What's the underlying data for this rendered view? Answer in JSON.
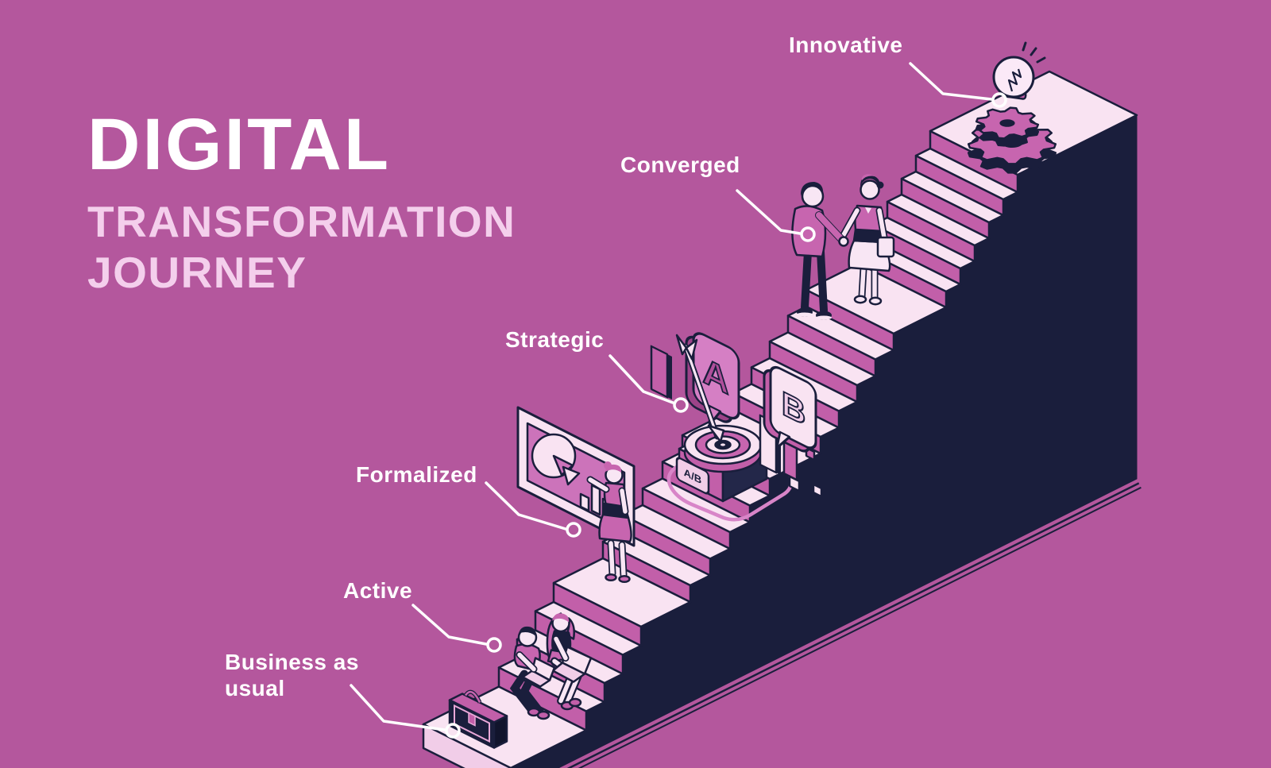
{
  "title": {
    "line1": "DIGITAL",
    "line2": "TRANSFORMATION",
    "line3": "JOURNEY"
  },
  "stages": [
    {
      "label": "Business as usual",
      "label_lines": [
        "Business as",
        "usual"
      ],
      "icon": "briefcase-icon"
    },
    {
      "label": "Active",
      "icon": "people-working-on-laptops-icon"
    },
    {
      "label": "Formalized",
      "icon": "presentation-board-icon"
    },
    {
      "label": "Strategic",
      "icon": "ab-test-target-icon"
    },
    {
      "label": "Converged",
      "icon": "handshake-icon"
    },
    {
      "label": "Innovative",
      "icon": "lightbulb-gears-icon"
    }
  ],
  "ab_test": {
    "bubble_a": "A",
    "bubble_b": "B",
    "plate": "A/B"
  },
  "colors": {
    "background": "#b4579d",
    "dark_navy": "#1a1e3c",
    "step_top_pink": "#f9e3f2",
    "riser_magenta": "#c25fa9",
    "mid_pink": "#c765af",
    "bright_pink": "#d57fc4",
    "pale_pink": "#f1cde8",
    "title_white": "#ffffff",
    "subtitle_pink": "#f4cfec"
  }
}
